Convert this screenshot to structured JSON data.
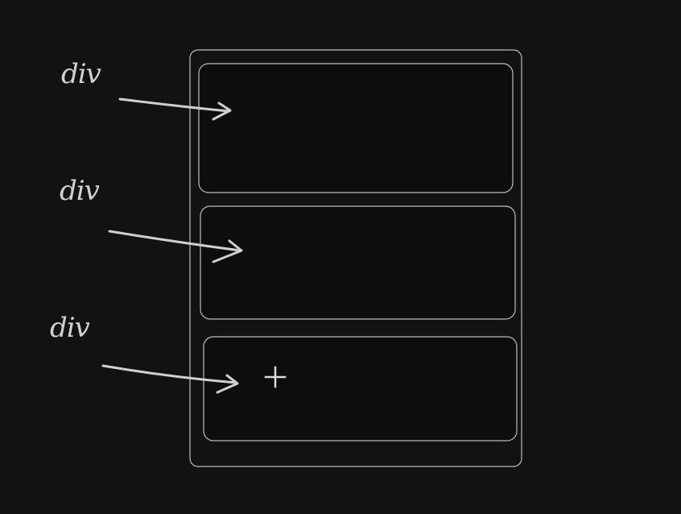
{
  "canvas": {
    "background": "#121212",
    "stroke_color": "#bdbdbd",
    "ink_color": "#d2d2d2"
  },
  "annotations": [
    {
      "text": "div"
    },
    {
      "text": "div"
    },
    {
      "text": "div"
    }
  ],
  "cursor": {
    "icon": "crosshair-icon"
  }
}
